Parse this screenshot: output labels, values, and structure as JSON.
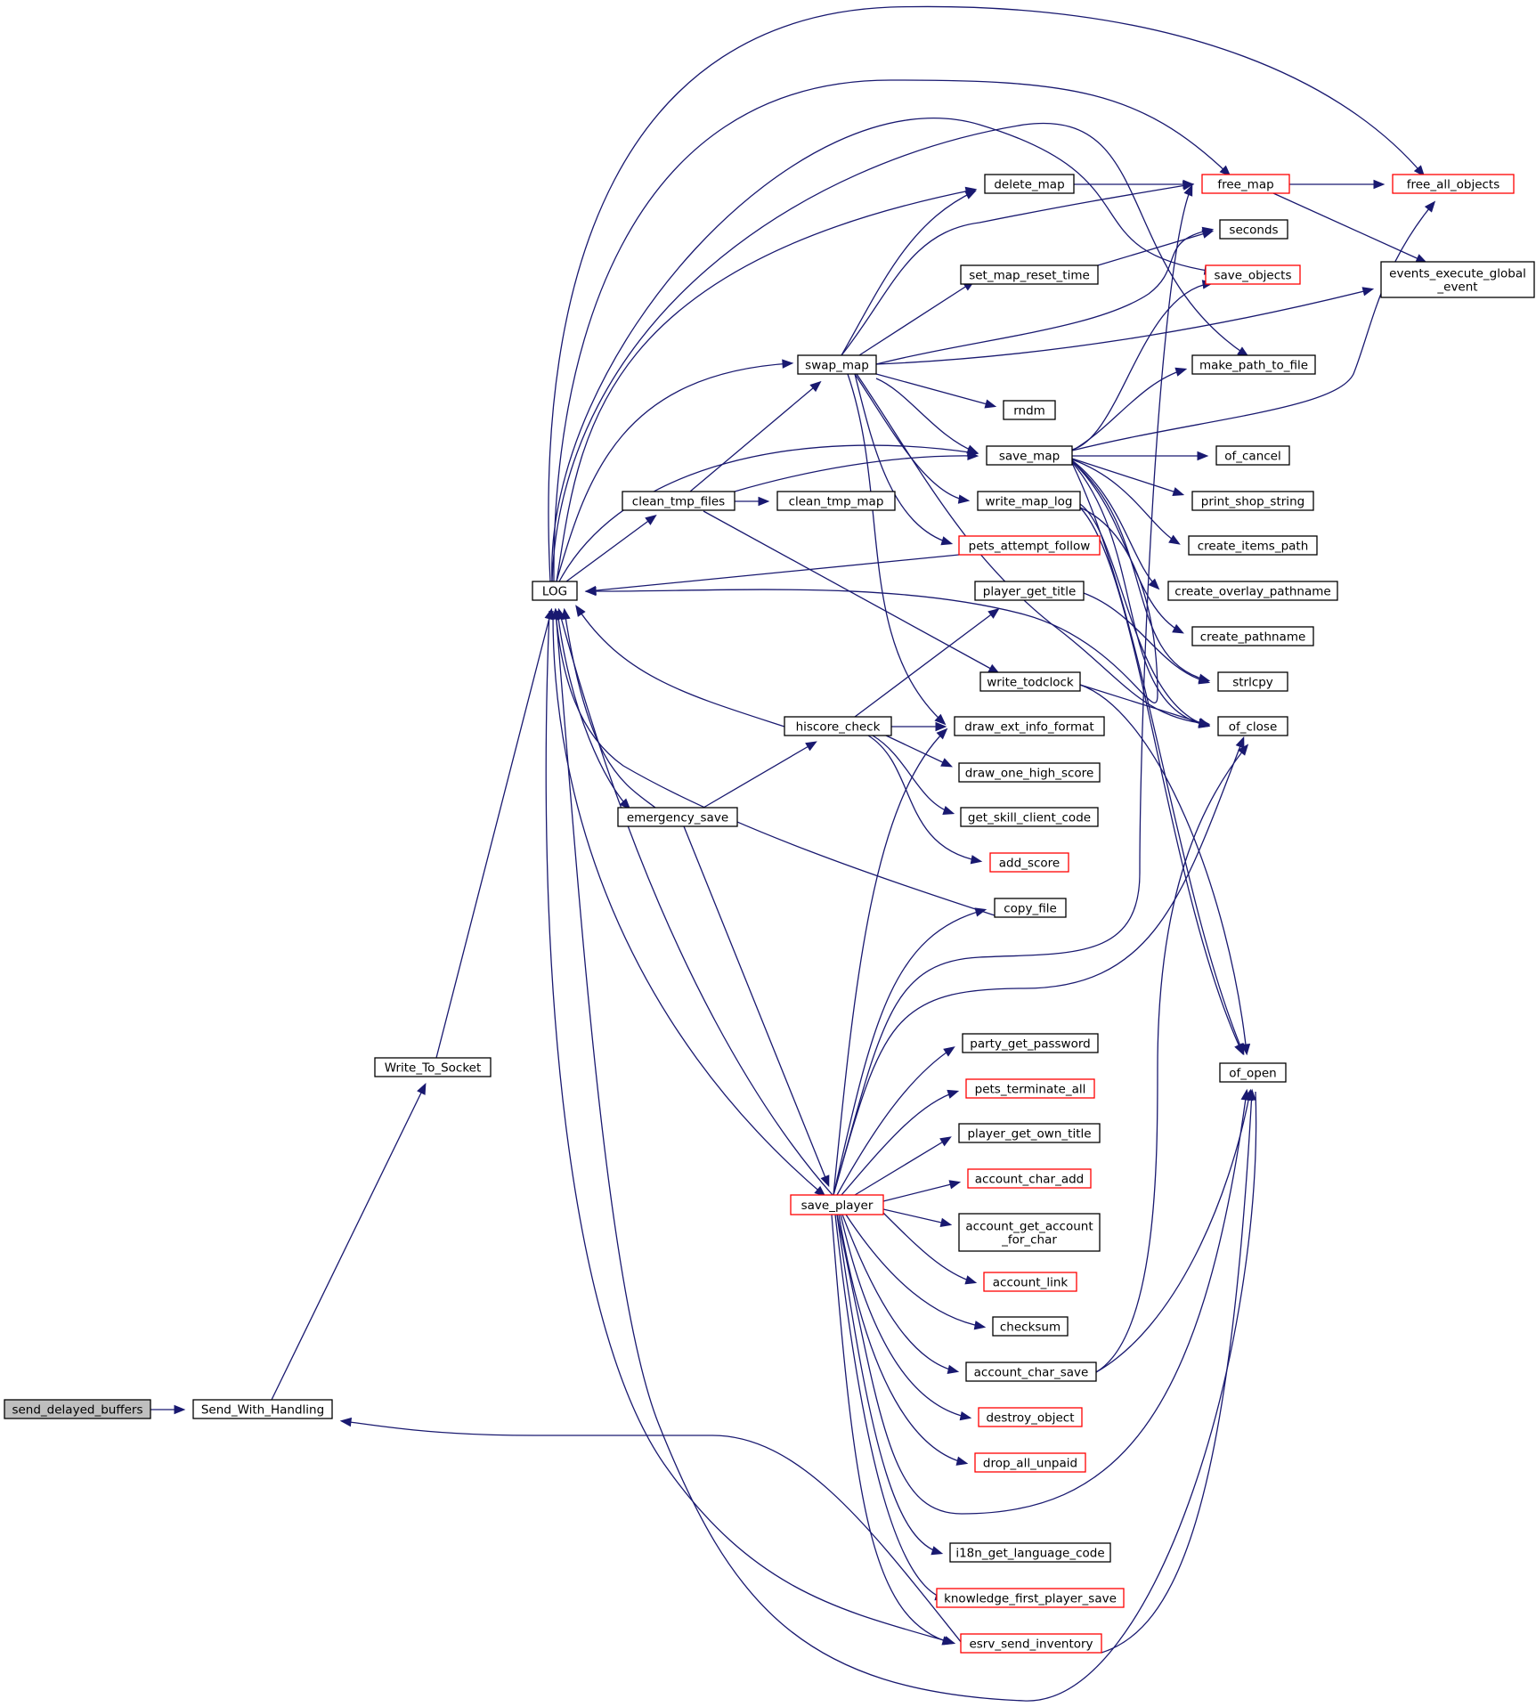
{
  "colors": {
    "edge": "#191970",
    "node_border_normal": "#000000",
    "node_border_truncated": "#ff0000",
    "node_fill_root": "#bfbfbf",
    "node_fill": "#ffffff"
  },
  "nodes": [
    {
      "id": "send_delayed_buffers",
      "lines": [
        "send_delayed_buffers"
      ],
      "style": "root"
    },
    {
      "id": "Send_With_Handling",
      "lines": [
        "Send_With_Handling"
      ],
      "style": "normal"
    },
    {
      "id": "Write_To_Socket",
      "lines": [
        "Write_To_Socket"
      ],
      "style": "normal"
    },
    {
      "id": "LOG",
      "lines": [
        "LOG"
      ],
      "style": "normal"
    },
    {
      "id": "clean_tmp_files",
      "lines": [
        "clean_tmp_files"
      ],
      "style": "normal"
    },
    {
      "id": "emergency_save",
      "lines": [
        "emergency_save"
      ],
      "style": "normal"
    },
    {
      "id": "swap_map",
      "lines": [
        "swap_map"
      ],
      "style": "normal"
    },
    {
      "id": "clean_tmp_map",
      "lines": [
        "clean_tmp_map"
      ],
      "style": "normal"
    },
    {
      "id": "hiscore_check",
      "lines": [
        "hiscore_check"
      ],
      "style": "normal"
    },
    {
      "id": "save_player",
      "lines": [
        "save_player"
      ],
      "style": "truncated"
    },
    {
      "id": "delete_map",
      "lines": [
        "delete_map"
      ],
      "style": "normal"
    },
    {
      "id": "set_map_reset_time",
      "lines": [
        "set_map_reset_time"
      ],
      "style": "normal"
    },
    {
      "id": "rndm",
      "lines": [
        "rndm"
      ],
      "style": "normal"
    },
    {
      "id": "save_map",
      "lines": [
        "save_map"
      ],
      "style": "normal"
    },
    {
      "id": "write_map_log",
      "lines": [
        "write_map_log"
      ],
      "style": "normal"
    },
    {
      "id": "pets_attempt_follow",
      "lines": [
        "pets_attempt_follow"
      ],
      "style": "truncated"
    },
    {
      "id": "player_get_title",
      "lines": [
        "player_get_title"
      ],
      "style": "normal"
    },
    {
      "id": "write_todclock",
      "lines": [
        "write_todclock"
      ],
      "style": "normal"
    },
    {
      "id": "draw_ext_info_format",
      "lines": [
        "draw_ext_info_format"
      ],
      "style": "normal"
    },
    {
      "id": "draw_one_high_score",
      "lines": [
        "draw_one_high_score"
      ],
      "style": "normal"
    },
    {
      "id": "get_skill_client_code",
      "lines": [
        "get_skill_client_code"
      ],
      "style": "normal"
    },
    {
      "id": "add_score",
      "lines": [
        "add_score"
      ],
      "style": "truncated"
    },
    {
      "id": "copy_file",
      "lines": [
        "copy_file"
      ],
      "style": "normal"
    },
    {
      "id": "party_get_password",
      "lines": [
        "party_get_password"
      ],
      "style": "normal"
    },
    {
      "id": "pets_terminate_all",
      "lines": [
        "pets_terminate_all"
      ],
      "style": "truncated"
    },
    {
      "id": "player_get_own_title",
      "lines": [
        "player_get_own_title"
      ],
      "style": "normal"
    },
    {
      "id": "account_char_add",
      "lines": [
        "account_char_add"
      ],
      "style": "truncated"
    },
    {
      "id": "account_get_account_for_char",
      "lines": [
        "account_get_account",
        "_for_char"
      ],
      "style": "normal"
    },
    {
      "id": "account_link",
      "lines": [
        "account_link"
      ],
      "style": "truncated"
    },
    {
      "id": "checksum",
      "lines": [
        "checksum"
      ],
      "style": "normal"
    },
    {
      "id": "account_char_save",
      "lines": [
        "account_char_save"
      ],
      "style": "normal"
    },
    {
      "id": "destroy_object",
      "lines": [
        "destroy_object"
      ],
      "style": "truncated"
    },
    {
      "id": "drop_all_unpaid",
      "lines": [
        "drop_all_unpaid"
      ],
      "style": "truncated"
    },
    {
      "id": "i18n_get_language_code",
      "lines": [
        "i18n_get_language_code"
      ],
      "style": "normal"
    },
    {
      "id": "knowledge_first_player_save",
      "lines": [
        "knowledge_first_player_save"
      ],
      "style": "truncated"
    },
    {
      "id": "esrv_send_inventory",
      "lines": [
        "esrv_send_inventory"
      ],
      "style": "truncated"
    },
    {
      "id": "free_map",
      "lines": [
        "free_map"
      ],
      "style": "truncated"
    },
    {
      "id": "seconds",
      "lines": [
        "seconds"
      ],
      "style": "normal"
    },
    {
      "id": "save_objects",
      "lines": [
        "save_objects"
      ],
      "style": "truncated"
    },
    {
      "id": "make_path_to_file",
      "lines": [
        "make_path_to_file"
      ],
      "style": "normal"
    },
    {
      "id": "of_cancel",
      "lines": [
        "of_cancel"
      ],
      "style": "normal"
    },
    {
      "id": "print_shop_string",
      "lines": [
        "print_shop_string"
      ],
      "style": "normal"
    },
    {
      "id": "create_items_path",
      "lines": [
        "create_items_path"
      ],
      "style": "normal"
    },
    {
      "id": "create_overlay_pathname",
      "lines": [
        "create_overlay_pathname"
      ],
      "style": "normal"
    },
    {
      "id": "create_pathname",
      "lines": [
        "create_pathname"
      ],
      "style": "normal"
    },
    {
      "id": "strlcpy",
      "lines": [
        "strlcpy"
      ],
      "style": "normal"
    },
    {
      "id": "of_close",
      "lines": [
        "of_close"
      ],
      "style": "normal"
    },
    {
      "id": "of_open",
      "lines": [
        "of_open"
      ],
      "style": "normal"
    },
    {
      "id": "free_all_objects",
      "lines": [
        "free_all_objects"
      ],
      "style": "truncated"
    },
    {
      "id": "events_execute_global_event",
      "lines": [
        "events_execute_global",
        "_event"
      ],
      "style": "normal"
    }
  ]
}
